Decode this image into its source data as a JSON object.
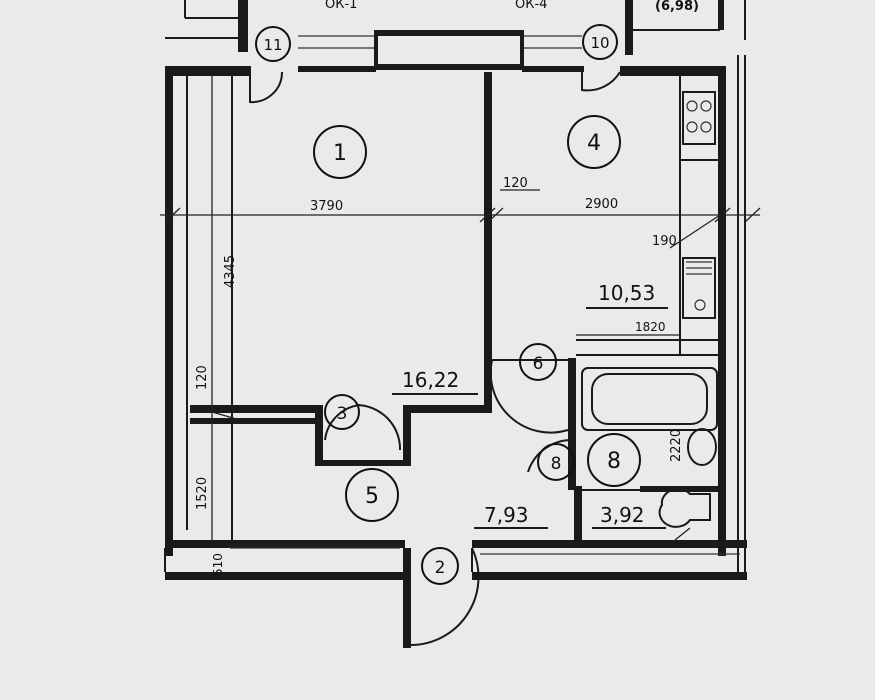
{
  "top_labels": {
    "left_cut": "ОК-1",
    "right_cut": "ОК-4",
    "area_paren": "(6,98)"
  },
  "rooms": [
    {
      "id": "1"
    },
    {
      "id": "4"
    },
    {
      "id": "3"
    },
    {
      "id": "5"
    },
    {
      "id": "6"
    },
    {
      "id": "8"
    },
    {
      "id": "8"
    },
    {
      "id": "2"
    },
    {
      "id": "11"
    },
    {
      "id": "10"
    }
  ],
  "areas": {
    "room1": "16,22",
    "room4": "10,53",
    "room5": "7,93",
    "room8": "3,92"
  },
  "dimensions": {
    "d3790": "3790",
    "d120a": "120",
    "d2900": "2900",
    "d4345": "4345",
    "d190": "190",
    "d1820": "1820",
    "d120b": "120",
    "d1520": "1520",
    "d2220": "2220",
    "d510": "510"
  }
}
